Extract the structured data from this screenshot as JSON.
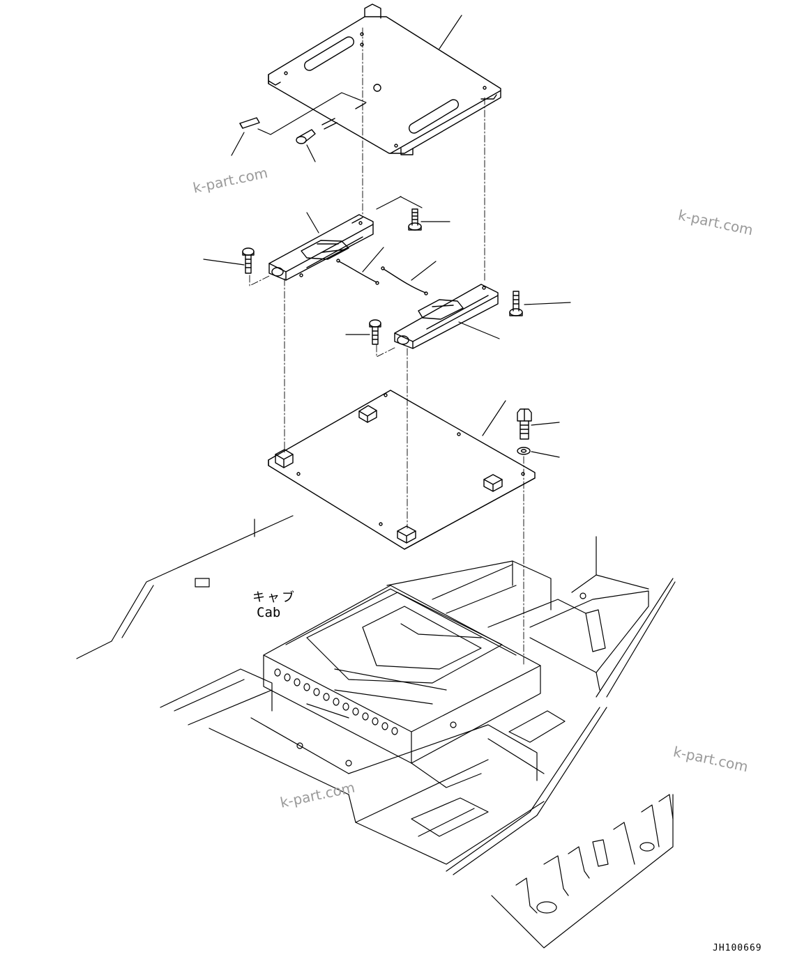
{
  "labels": {
    "cab_jp": "キャブ",
    "cab_en": "Cab",
    "drawing_code": "JH100669"
  },
  "watermarks": [
    "k-part.com",
    "k-part.com",
    "k-part.com",
    "k-part.com"
  ],
  "colors": {
    "line": "#000000",
    "watermark": "#9a9a9a"
  }
}
